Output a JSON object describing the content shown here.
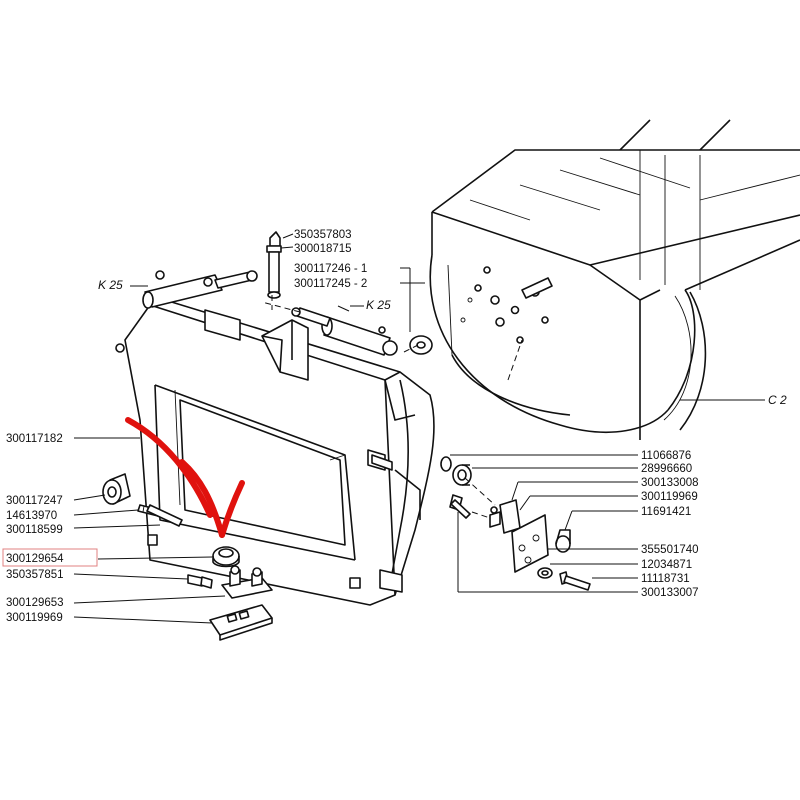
{
  "callouts": [
    {
      "id": "350357803",
      "text": "350357803"
    },
    {
      "id": "300018715",
      "text": "300018715"
    },
    {
      "id": "300117246",
      "text": "300117246 - 1"
    },
    {
      "id": "300117245",
      "text": "300117245 - 2"
    },
    {
      "id": "300117182",
      "text": "300117182"
    },
    {
      "id": "300117247",
      "text": "300117247"
    },
    {
      "id": "14613970",
      "text": "14613970"
    },
    {
      "id": "300118599",
      "text": "300118599"
    },
    {
      "id": "300129654",
      "text": "300129654"
    },
    {
      "id": "350357851",
      "text": "350357851"
    },
    {
      "id": "300129653",
      "text": "300129653"
    },
    {
      "id": "300119969a",
      "text": "300119969"
    },
    {
      "id": "11066876",
      "text": "11066876"
    },
    {
      "id": "28996660",
      "text": "28996660"
    },
    {
      "id": "300133008",
      "text": "300133008"
    },
    {
      "id": "300119969b",
      "text": "300119969"
    },
    {
      "id": "11691421",
      "text": "11691421"
    },
    {
      "id": "355501740",
      "text": "355501740"
    },
    {
      "id": "12034871",
      "text": "12034871"
    },
    {
      "id": "11118731",
      "text": "11118731"
    },
    {
      "id": "300133007",
      "text": "300133007"
    }
  ],
  "references": {
    "k25_left": "K 25",
    "k25_right": "K 25",
    "c2": "C 2"
  },
  "highlight": {
    "part": "300129654",
    "annotation_color": "#e0120e",
    "box_color": "#e08080"
  }
}
